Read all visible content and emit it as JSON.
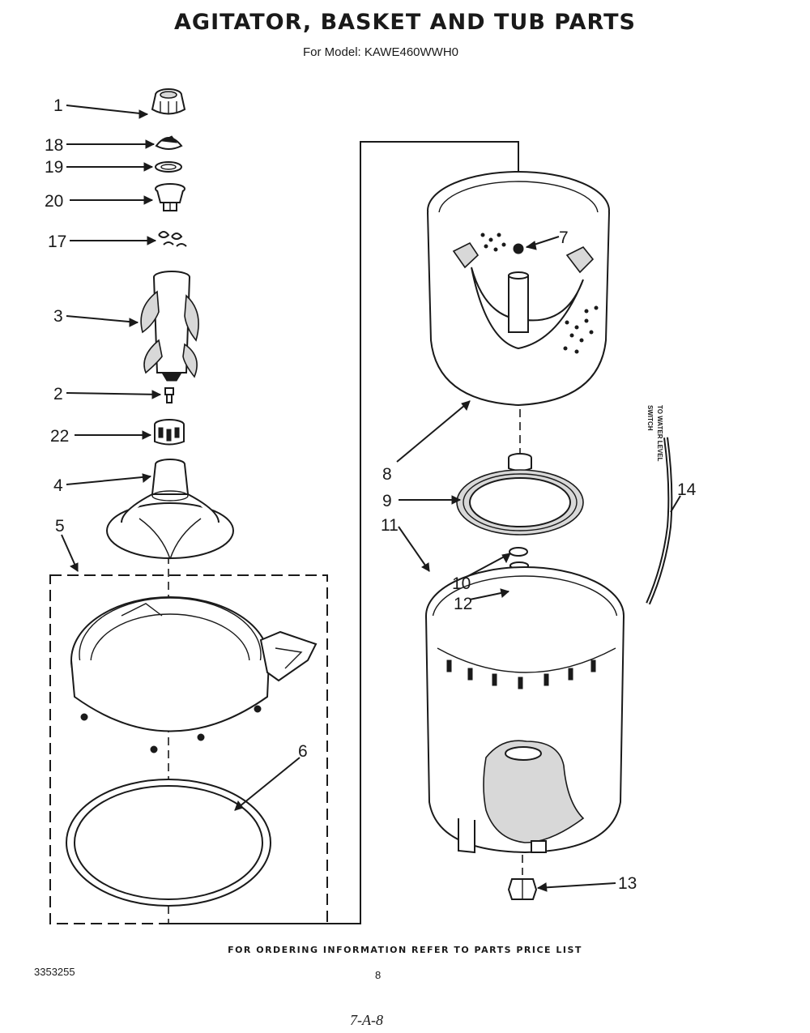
{
  "header": {
    "title": "AGITATOR, BASKET AND TUB PARTS",
    "subtitle": "For Model: KAWE460WWH0"
  },
  "footer": {
    "ordering_note": "FOR ORDERING INFORMATION REFER TO PARTS PRICE LIST",
    "doc_number": "3353255",
    "page_number": "8",
    "handwritten": "7-A-8"
  },
  "diagram": {
    "switch_label_line1": "TO WATER LEVEL",
    "switch_label_line2": "SWITCH",
    "callouts": [
      {
        "id": "1",
        "label": "1"
      },
      {
        "id": "18",
        "label": "18"
      },
      {
        "id": "19",
        "label": "19"
      },
      {
        "id": "20",
        "label": "20"
      },
      {
        "id": "17",
        "label": "17"
      },
      {
        "id": "3",
        "label": "3"
      },
      {
        "id": "2",
        "label": "2"
      },
      {
        "id": "22",
        "label": "22"
      },
      {
        "id": "4",
        "label": "4"
      },
      {
        "id": "5",
        "label": "5"
      },
      {
        "id": "6",
        "label": "6"
      },
      {
        "id": "7",
        "label": "7"
      },
      {
        "id": "8",
        "label": "8"
      },
      {
        "id": "9",
        "label": "9"
      },
      {
        "id": "11",
        "label": "11"
      },
      {
        "id": "10",
        "label": "10"
      },
      {
        "id": "12",
        "label": "12"
      },
      {
        "id": "14",
        "label": "14"
      },
      {
        "id": "13",
        "label": "13"
      }
    ]
  }
}
